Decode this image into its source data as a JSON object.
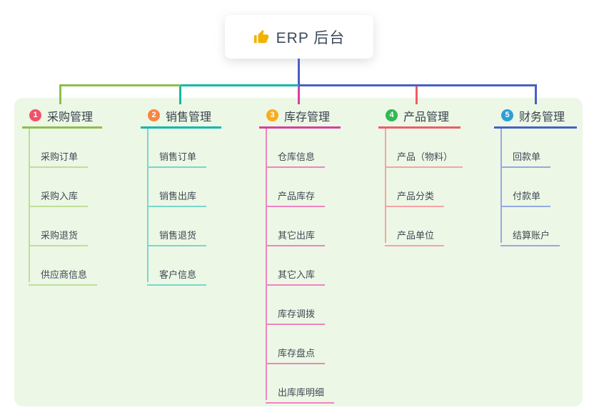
{
  "root": {
    "title": "ERP 后台",
    "icon": "thumbs-up-icon",
    "icon_color": "#f2b200"
  },
  "canvas": {
    "background": "#ffffff",
    "panel_color": "#ecf7e6",
    "trunk_color": "#4a5cc8"
  },
  "branches": [
    {
      "number": "1",
      "label": "采购管理",
      "circle_color": "#f2506a",
      "line_color": "#8cbf4c",
      "child_line_color": "#bfdf98",
      "children": [
        "采购订单",
        "采购入库",
        "采购退货",
        "供应商信息"
      ]
    },
    {
      "number": "2",
      "label": "销售管理",
      "circle_color": "#f98545",
      "line_color": "#0db9aa",
      "child_line_color": "#79d6cb",
      "children": [
        "销售订单",
        "销售出库",
        "销售退货",
        "客户信息"
      ]
    },
    {
      "number": "3",
      "label": "库存管理",
      "circle_color": "#fbab1e",
      "line_color": "#d63f9f",
      "child_line_color": "#ef84c2",
      "children": [
        "仓库信息",
        "产品库存",
        "其它出库",
        "其它入库",
        "库存调拨",
        "库存盘点",
        "出库库明细"
      ]
    },
    {
      "number": "4",
      "label": "产品管理",
      "circle_color": "#33b854",
      "line_color": "#f05c64",
      "child_line_color": "#f8a2a6",
      "children": [
        "产品（物料）",
        "产品分类",
        "产品单位"
      ]
    },
    {
      "number": "5",
      "label": "财务管理",
      "circle_color": "#2d9fd8",
      "line_color": "#4661c5",
      "child_line_color": "#96a9e2",
      "children": [
        "回款单",
        "付款单",
        "结算账户"
      ]
    }
  ]
}
